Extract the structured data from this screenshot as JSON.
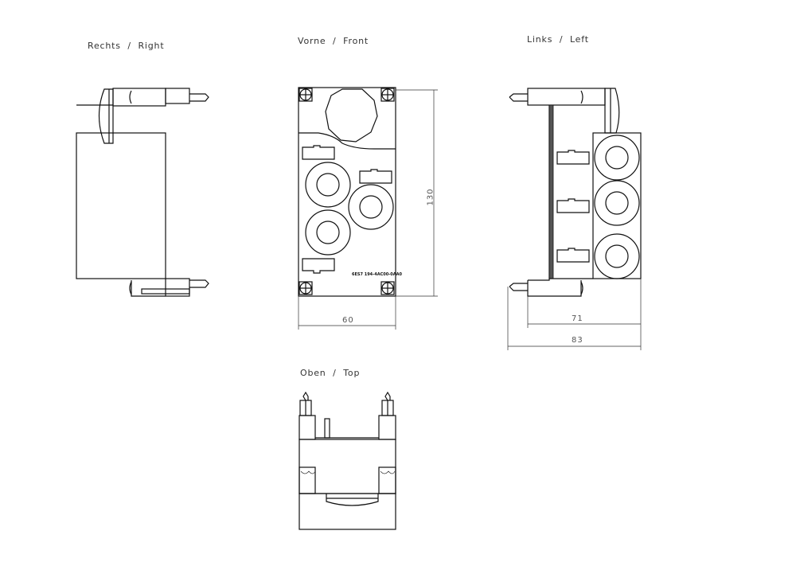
{
  "views": {
    "right": {
      "label": "Rechts  /  Right"
    },
    "front": {
      "label": "Vorne  /  Front",
      "part_number": "6ES7 194-4AC00-0AA0"
    },
    "left": {
      "label": "Links  /  Left"
    },
    "top": {
      "label": "Oben  /  Top"
    }
  },
  "dimensions": {
    "height": "130",
    "width": "60",
    "depth": "71",
    "depth_total": "83"
  }
}
